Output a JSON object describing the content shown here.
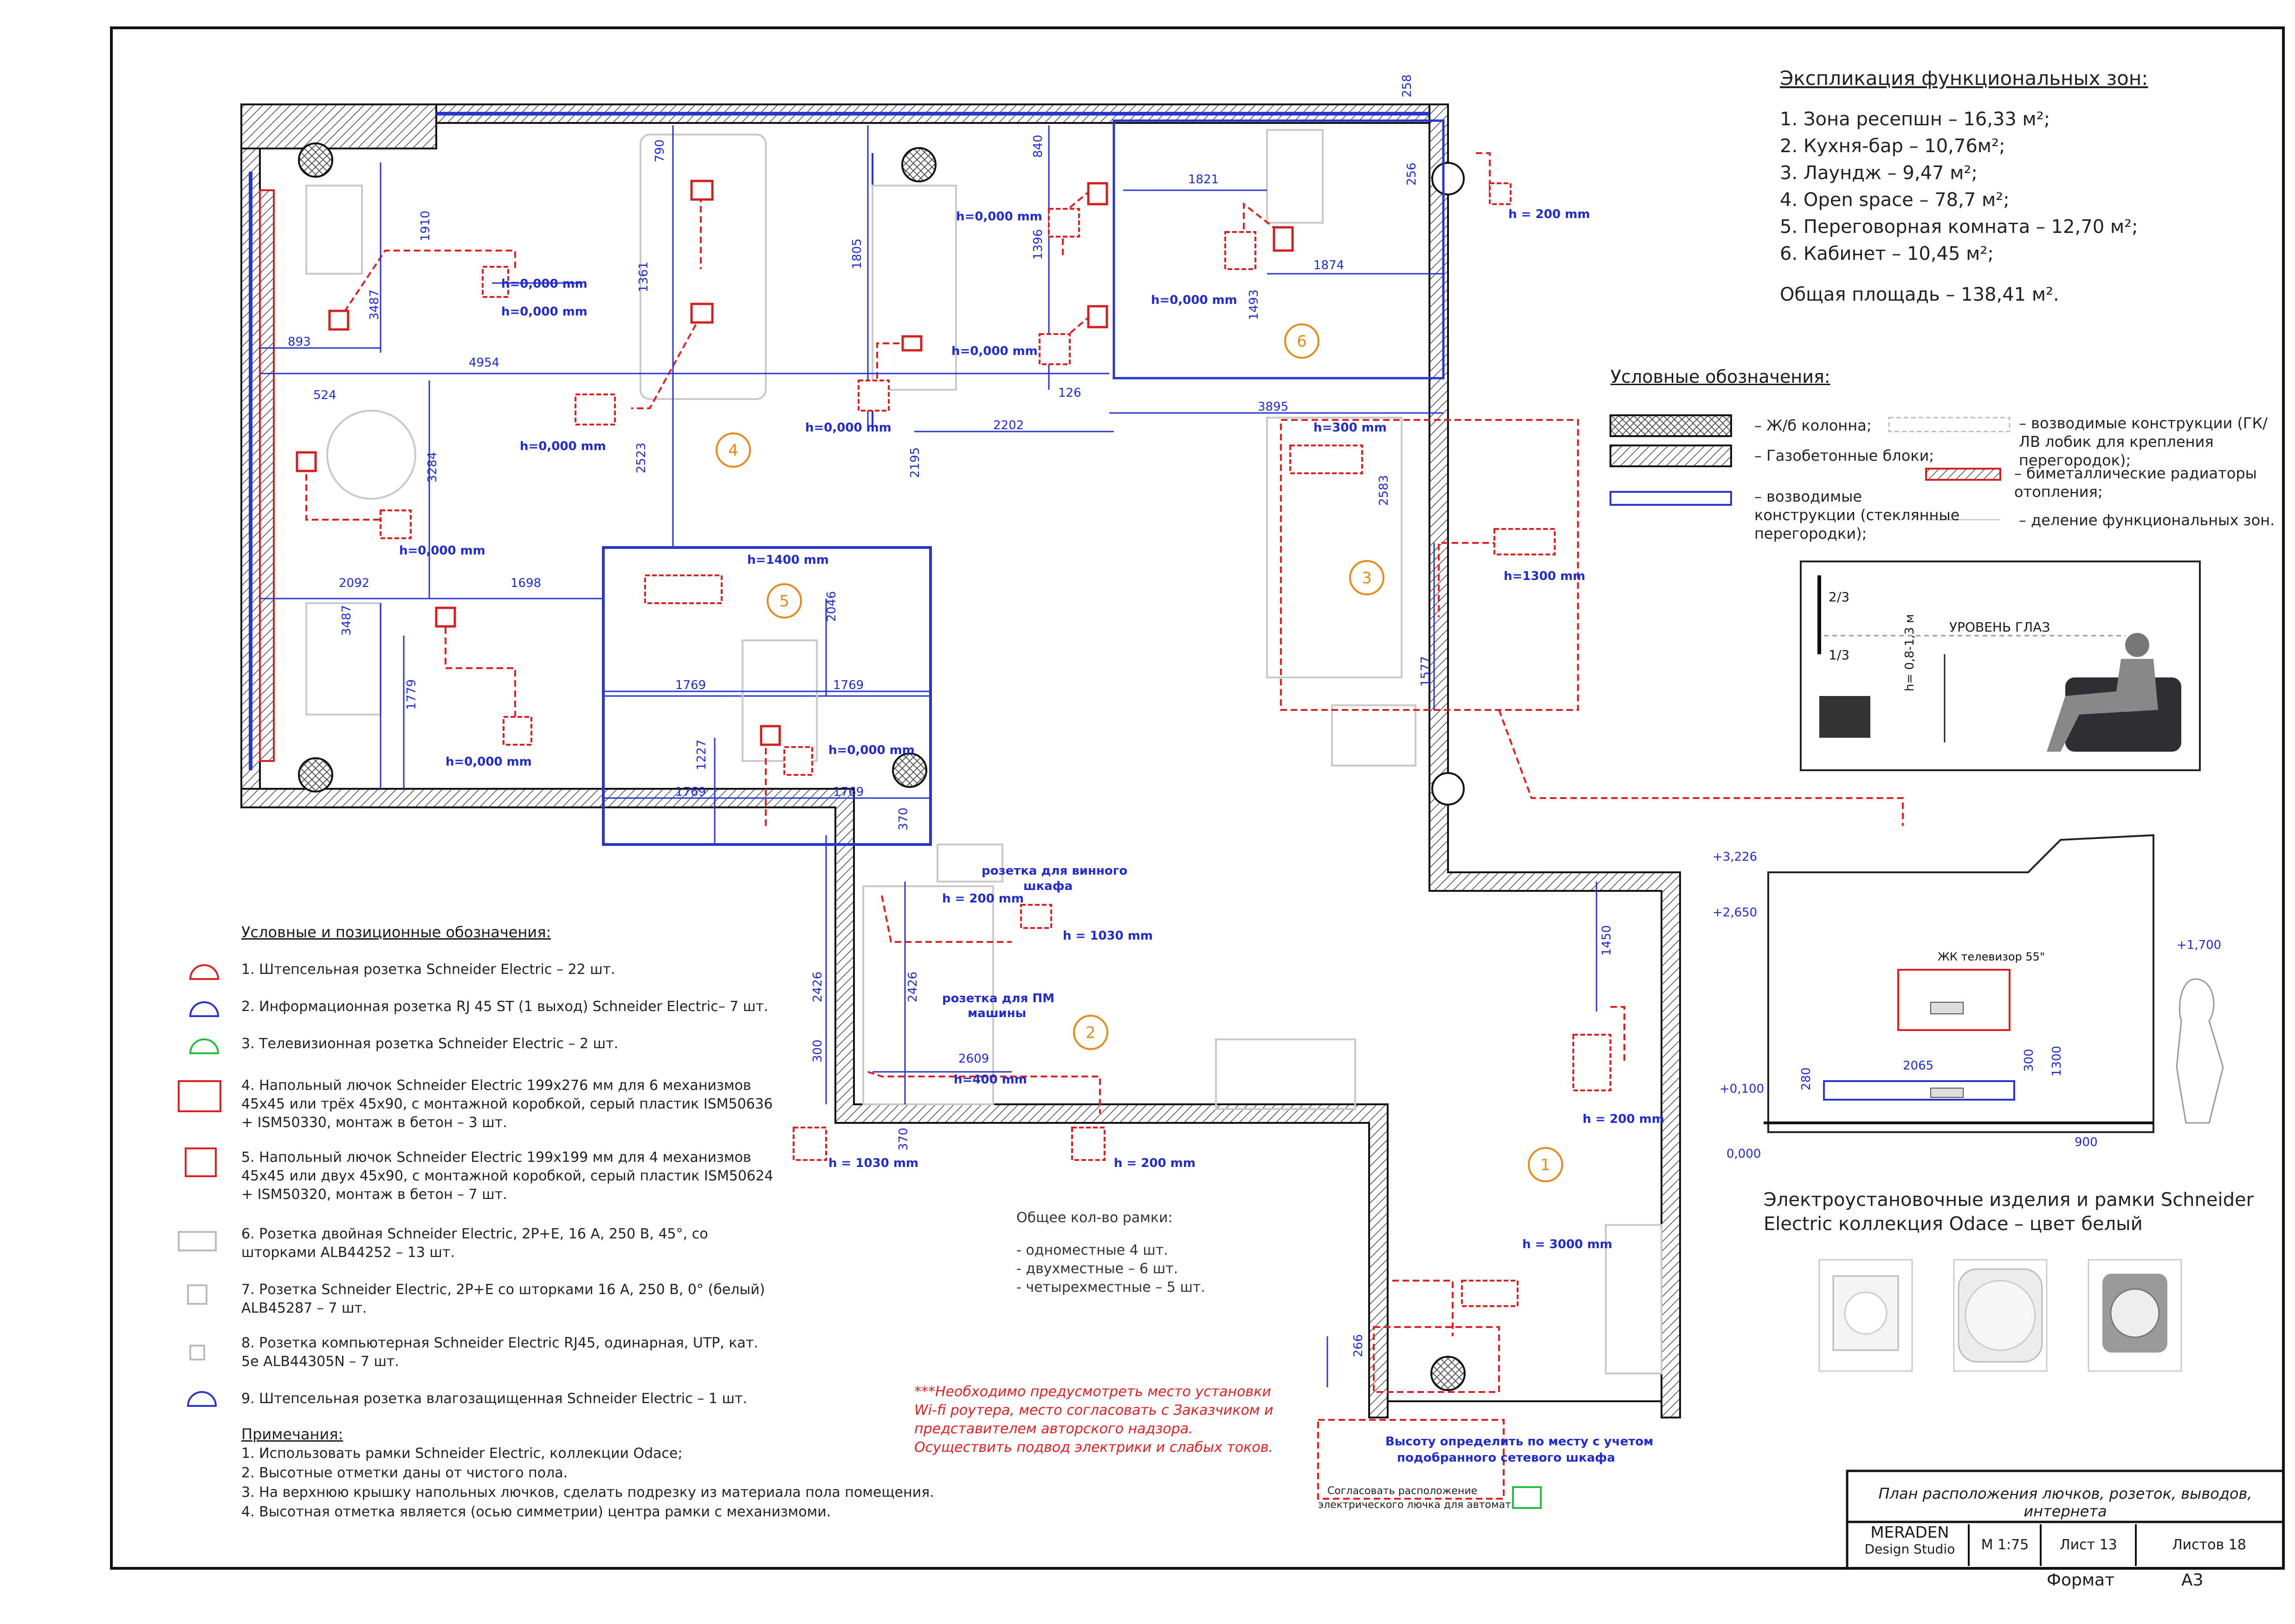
{
  "explication": {
    "title": "Экспликация функциональных зон:",
    "zones": [
      "1. Зона ресепшн – 16,33 м²;",
      "2. Кухня-бар – 10,76м²;",
      "3. Лаундж – 9,47 м²;",
      "4. Open space – 78,7 м²;",
      "5. Переговорная комната – 12,70 м²;",
      "6. Кабинет – 10,45 м²;"
    ],
    "total": "Общая площадь – 138,41 м²."
  },
  "legend": {
    "title": "Условные обозначения:",
    "items": [
      "– Ж/б колонна;",
      "– возводимые конструкции (ГК/ЛВ лобик для крепления перегородок);",
      "– Газобетонные блоки;",
      "– биметаллические радиаторы отопления;",
      "– возводимые конструкции (стеклянные перегородки);",
      "– деление функциональных зон."
    ]
  },
  "eye_level": {
    "two_thirds": "2/3",
    "one_third": "1/3",
    "label": "УРОВЕНЬ ГЛАЗ",
    "height": "h= 0,8-1,3 м"
  },
  "elevation": {
    "tv_label": "ЖК телевизор 55\"",
    "marks": [
      "+3,226",
      "+2,650",
      "+1,700",
      "+0,100",
      "0,000"
    ],
    "dims": [
      "2065",
      "280",
      "300",
      "1300",
      "900"
    ]
  },
  "odace": {
    "caption_line1": "Электроустановочные изделия и рамки Schneider",
    "caption_line2": "Electric коллекция Odace – цвет белый"
  },
  "positions": {
    "title": "Условные и позиционные обозначения:",
    "items": [
      "1. Штепсельная розетка Schneider Electric – 22 шт.",
      "2. Информационная розетка RJ 45 ST (1 выход) Schneider Electric– 7 шт.",
      "3. Телевизионная розетка Schneider Electric – 2 шт.",
      "4. Напольный лючок Schneider Electric 199x276 мм для 6 механизмов 45x45 или трёх 45x90, с монтажной коробкой, серый пластик ISM50636 + ISM50330, монтаж в бетон – 3 шт.",
      "5. Напольный лючок Schneider Electric 199x199 мм для 4 механизмов 45x45 или двух 45x90, с монтажной коробкой, серый пластик ISM50624 + ISM50320, монтаж в бетон – 7 шт.",
      "6. Розетка двойная Schneider Electric, 2P+E, 16 А, 250 В, 45°, со шторками ALB44252 – 13 шт.",
      "7. Розетка Schneider Electric, 2P+E со шторками 16 А, 250 В, 0° (белый) ALB45287 – 7 шт.",
      "8. Розетка компьютерная Schneider Electric RJ45, одинарная, UTP, кат. 5е ALB44305N – 7 шт.",
      "9. Штепсельная розетка влагозащищенная Schneider Electric – 1 шт."
    ]
  },
  "notes": {
    "title": "Примечания:",
    "items": [
      "1. Использовать рамки Schneider Electric, коллекции Odace;",
      "2. Высотные отметки даны от чистого пола.",
      "3. На верхнюю крышку напольных лючков, сделать подрезку из материала пола помещения.",
      "4. Высотная отметка является (осью симметрии) центра рамки с механизмоми."
    ]
  },
  "frames_count": {
    "title": "Общее кол-во рамки:",
    "items": [
      "- одноместные 4 шт.",
      "- двухместные – 6 шт.",
      "- четырехместные – 5 шт."
    ]
  },
  "warning": "***Необходимо предусмотреть место установки Wi-fi роутера, место согласовать с Заказчиком и представителем авторского надзора. Осуществить подвод электрики и слабых токов.",
  "plan": {
    "zone_numbers": [
      "1",
      "2",
      "3",
      "4",
      "5",
      "6"
    ],
    "heights": [
      "h=0,000 mm",
      "h=0,000 mm",
      "h=0,000 mm",
      "h=0,000 mm",
      "h=0,000 mm",
      "h=0,000 mm",
      "h=0,000 mm",
      "h=0,000 mm",
      "h=0,000 mm",
      "h=0,000 mm",
      "h=300 mm",
      "h=1400 mm",
      "h=1300 mm",
      "h = 200 mm",
      "h = 200 mm",
      "h = 1030 mm",
      "h=400 mm",
      "h = 1030 mm",
      "h = 200 mm",
      "h = 200 mm",
      "h = 3000 mm"
    ],
    "dims": [
      "893",
      "4954",
      "524",
      "1910",
      "3487",
      "3284",
      "2092",
      "1698",
      "3487",
      "1779",
      "790",
      "1361",
      "2523",
      "1805",
      "840",
      "1396",
      "2202",
      "2195",
      "126",
      "1821",
      "1874",
      "1493",
      "3895",
      "258",
      "256",
      "2583",
      "1577",
      "1769",
      "1769",
      "1769",
      "1769",
      "2046",
      "1227",
      "370",
      "370",
      "2426",
      "2426",
      "300",
      "2609",
      "1450",
      "266"
    ],
    "wine_label": "розетка для винного шкафа",
    "dishwasher_label": "розетка для ПМ машины",
    "router_note": "Высоту определить по месту с учетом подобранного сетевого шкафа",
    "panel_note": "Согласовать расположение электрического лючка для автоматики"
  },
  "title_block": {
    "title": "План расположения лючков, розеток, выводов, интернета",
    "studio_line1": "MERADEN",
    "studio_line2": "Design Studio",
    "scale": "М 1:75",
    "sheet": "Лист 13",
    "sheets": "Листов 18",
    "format_label": "Формат",
    "format_value": "А3"
  }
}
